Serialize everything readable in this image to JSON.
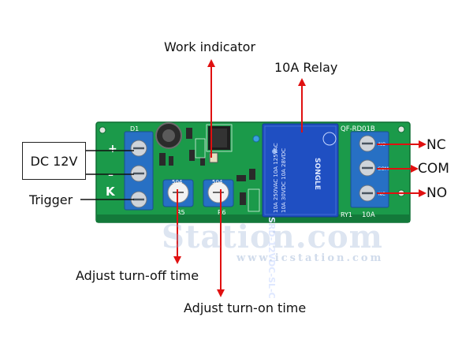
{
  "labels": {
    "work_indicator": "Work indicator",
    "relay": "10A Relay",
    "nc": "NC",
    "com": "COM",
    "no": "NO",
    "dc": "DC 12V",
    "trigger": "Trigger",
    "adjust_off": "Adjust turn-off time",
    "adjust_on": "Adjust turn-on time"
  },
  "board": {
    "model": "QF-RD01B",
    "rating": "10A",
    "relay_label": "RY1",
    "left_marks": [
      "+",
      "–",
      "K"
    ],
    "terminal_marks": [
      "NO",
      "COM",
      "NC"
    ],
    "pot_label": "504",
    "pot_refs": [
      "R5",
      "R6"
    ],
    "d1": "D1",
    "relay_text": [
      "10A 250VAC 10A 125VAC",
      "10A 30VDC 10A 28VDC",
      "SRD-12VDC-SL-C",
      "SONGLE"
    ]
  },
  "watermark": {
    "main": "Station.com",
    "url": "www.icstation.com"
  },
  "colors": {
    "pcb": "#1b9a4a",
    "relay": "#1f4fc2",
    "terminal": "#2770c4",
    "arrow": "#e01010",
    "lead": "#111111"
  }
}
